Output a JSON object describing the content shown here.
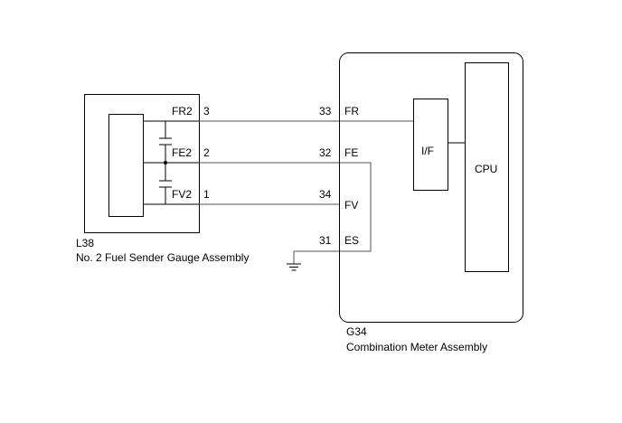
{
  "sender": {
    "code": "L38",
    "name": "No. 2 Fuel Sender Gauge Assembly",
    "pins": [
      {
        "label": "FR2",
        "number": "3"
      },
      {
        "label": "FE2",
        "number": "2"
      },
      {
        "label": "FV2",
        "number": "1"
      }
    ]
  },
  "meter": {
    "code": "G34",
    "name": "Combination Meter Assembly",
    "pins": [
      {
        "number": "33",
        "label": "FR"
      },
      {
        "number": "32",
        "label": "FE"
      },
      {
        "number": "34",
        "label": "FV"
      },
      {
        "number": "31",
        "label": "ES"
      }
    ],
    "interface_label": "I/F",
    "cpu_label": "CPU"
  }
}
